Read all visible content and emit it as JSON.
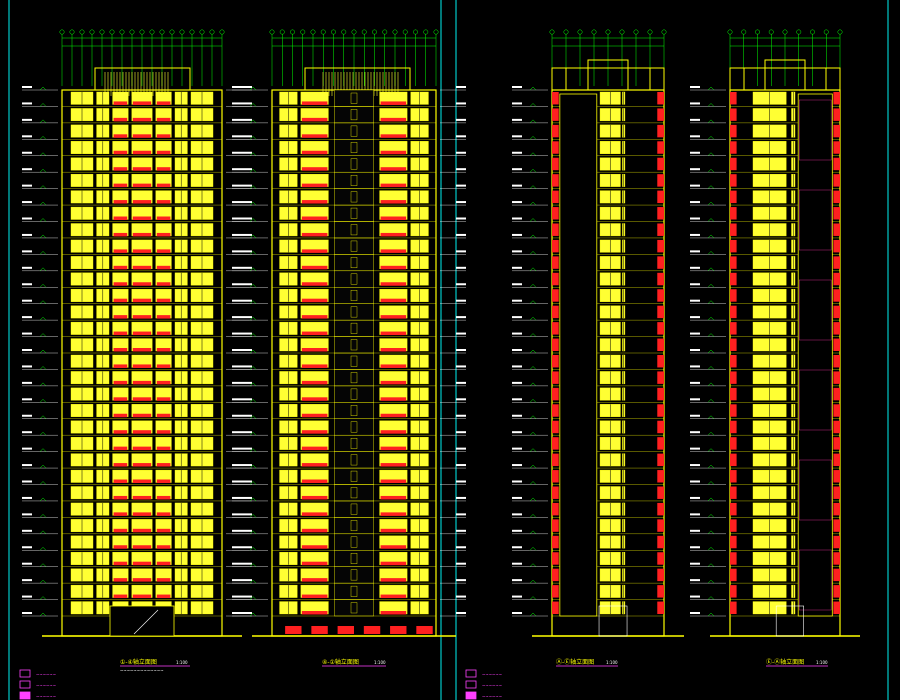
{
  "drawing": {
    "theme": {
      "background": "#000000",
      "frame": "#00c8c8",
      "wall": "#ffff00",
      "window": "#ffff33",
      "window_dark": "#3a3a00",
      "balcony": "#ff2020",
      "dimension": "#00ff00",
      "level_mark": "#ffffff",
      "title": "#ff40ff",
      "legend": "#ff40ff"
    },
    "elevations": [
      {
        "id": "elev-1",
        "title": "①-④轴立面图",
        "scale": "1:100",
        "note": "~~~~~~~~~~~~~",
        "type": "front",
        "floors": 32
      },
      {
        "id": "elev-2",
        "title": "④-①轴立面图",
        "scale": "1:100",
        "note": "",
        "type": "back",
        "floors": 32
      },
      {
        "id": "elev-3",
        "title": "Ⓐ-Ⓔ轴立面图",
        "scale": "1:100",
        "note": "",
        "type": "side",
        "floors": 32
      },
      {
        "id": "elev-4",
        "title": "Ⓔ-Ⓐ轴立面图",
        "scale": "1:100",
        "note": "",
        "type": "side",
        "floors": 32
      }
    ],
    "legend_left": [
      "~~~~~~",
      "~~~~~~",
      "~~~~~~"
    ],
    "legend_right": [
      "~~~~~~",
      "~~~~~~",
      "~~~~~~"
    ]
  }
}
